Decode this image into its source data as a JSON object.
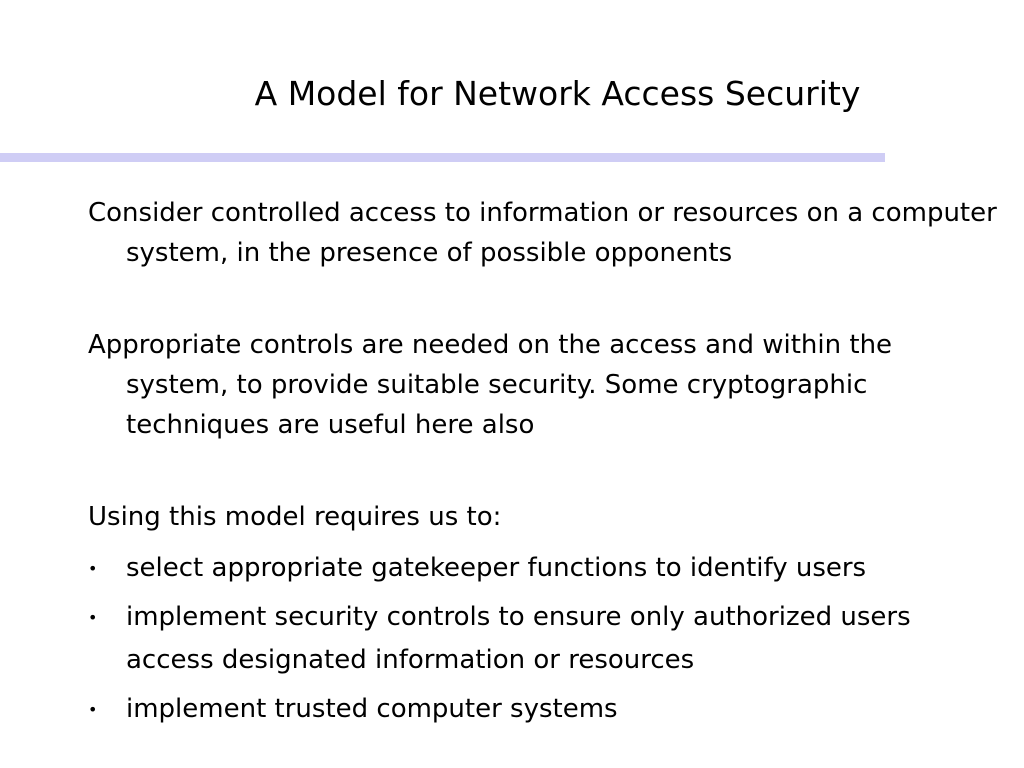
{
  "slide": {
    "title": "A Model for Network Access Security",
    "accent_color": "#cfcdf5",
    "paragraphs": [
      "Consider controlled access to information or resources on a computer system, in the presence of possible opponents",
      "Appropriate controls are needed on the access and within the system, to provide suitable security. Some cryptographic techniques are useful here also",
      "Using this model requires us to:"
    ],
    "bullets": [
      "select appropriate gatekeeper functions to identify users",
      "implement security controls to ensure only authorized users access designated information or resources",
      "implement trusted computer systems"
    ],
    "bullet_glyph": "•"
  }
}
